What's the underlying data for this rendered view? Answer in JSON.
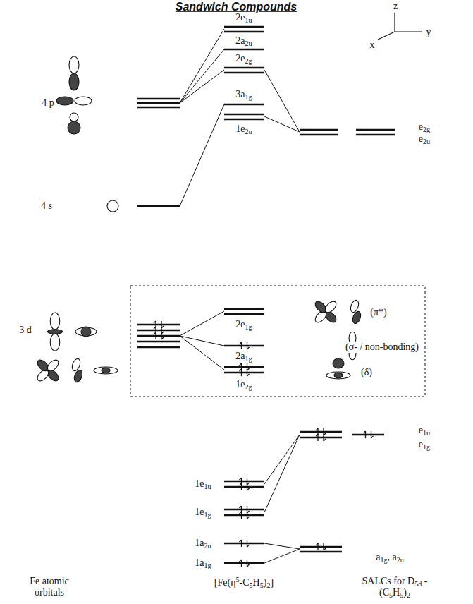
{
  "diagram": {
    "title": "Sandwich Compounds",
    "labels": [
      "z",
      "x",
      "y",
      "2e1u",
      "2a2u",
      "4 p",
      "2e2g",
      "3a1g",
      "1e2u",
      "e2g",
      "e2u",
      "4 s",
      "2e1g",
      "(π*)",
      "3 d",
      "2a1g",
      "(σ- / non-bonding)",
      "1e2g",
      "(δ)",
      "e1u",
      "e1g",
      "1e1u",
      "1e1g",
      "1a2u",
      "a1g, a2u",
      "1a1g",
      "Fe atomic orbitals",
      "[Fe(η5-C5H5)2]",
      "SALCs for D5d - (C5H5)2"
    ]
  }
}
